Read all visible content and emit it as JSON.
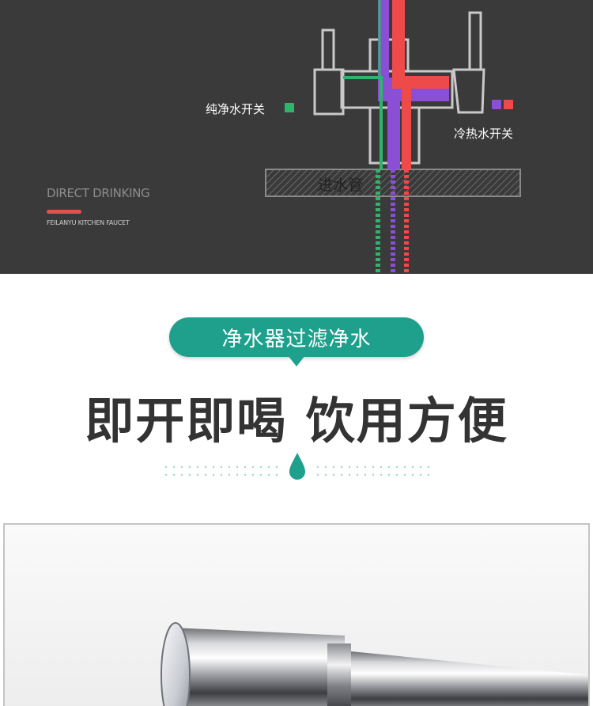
{
  "diagram": {
    "pure_switch_label": "纯净水开关",
    "hot_cold_switch_label": "冷热水开关",
    "inlet_label": "进水管",
    "brand_title": "DIRECT DRINKING",
    "brand_subtitle": "FEILANYU KITCHEN FAUCET",
    "colors": {
      "pure": "#2fb56b",
      "cold": "#8b4fd6",
      "hot": "#ef4a4a",
      "background": "#3a3a3a"
    }
  },
  "feature": {
    "badge": "净水器过滤净水",
    "headline": "即开即喝 饮用方便",
    "accent_color": "#1ea08c"
  },
  "photo": {
    "icon": "faucet-chrome-photo"
  }
}
